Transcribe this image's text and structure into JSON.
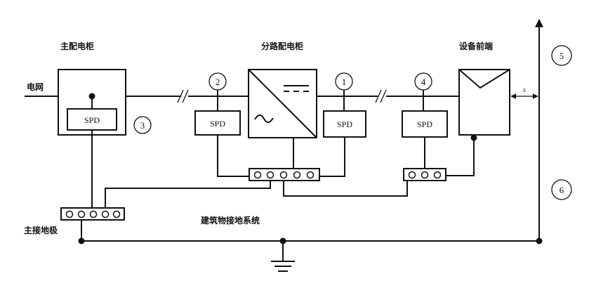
{
  "labels": {
    "main_panel": "主配电柜",
    "sub_panel": "分路配电柜",
    "front_equipment": "设备前端",
    "grid": "电网",
    "main_earth_bar": "主接地极",
    "building_earth": "建筑物接地系统",
    "distance": "s"
  },
  "spd_label": "SPD",
  "markers": [
    "1",
    "2",
    "3",
    "4",
    "5",
    "6"
  ]
}
